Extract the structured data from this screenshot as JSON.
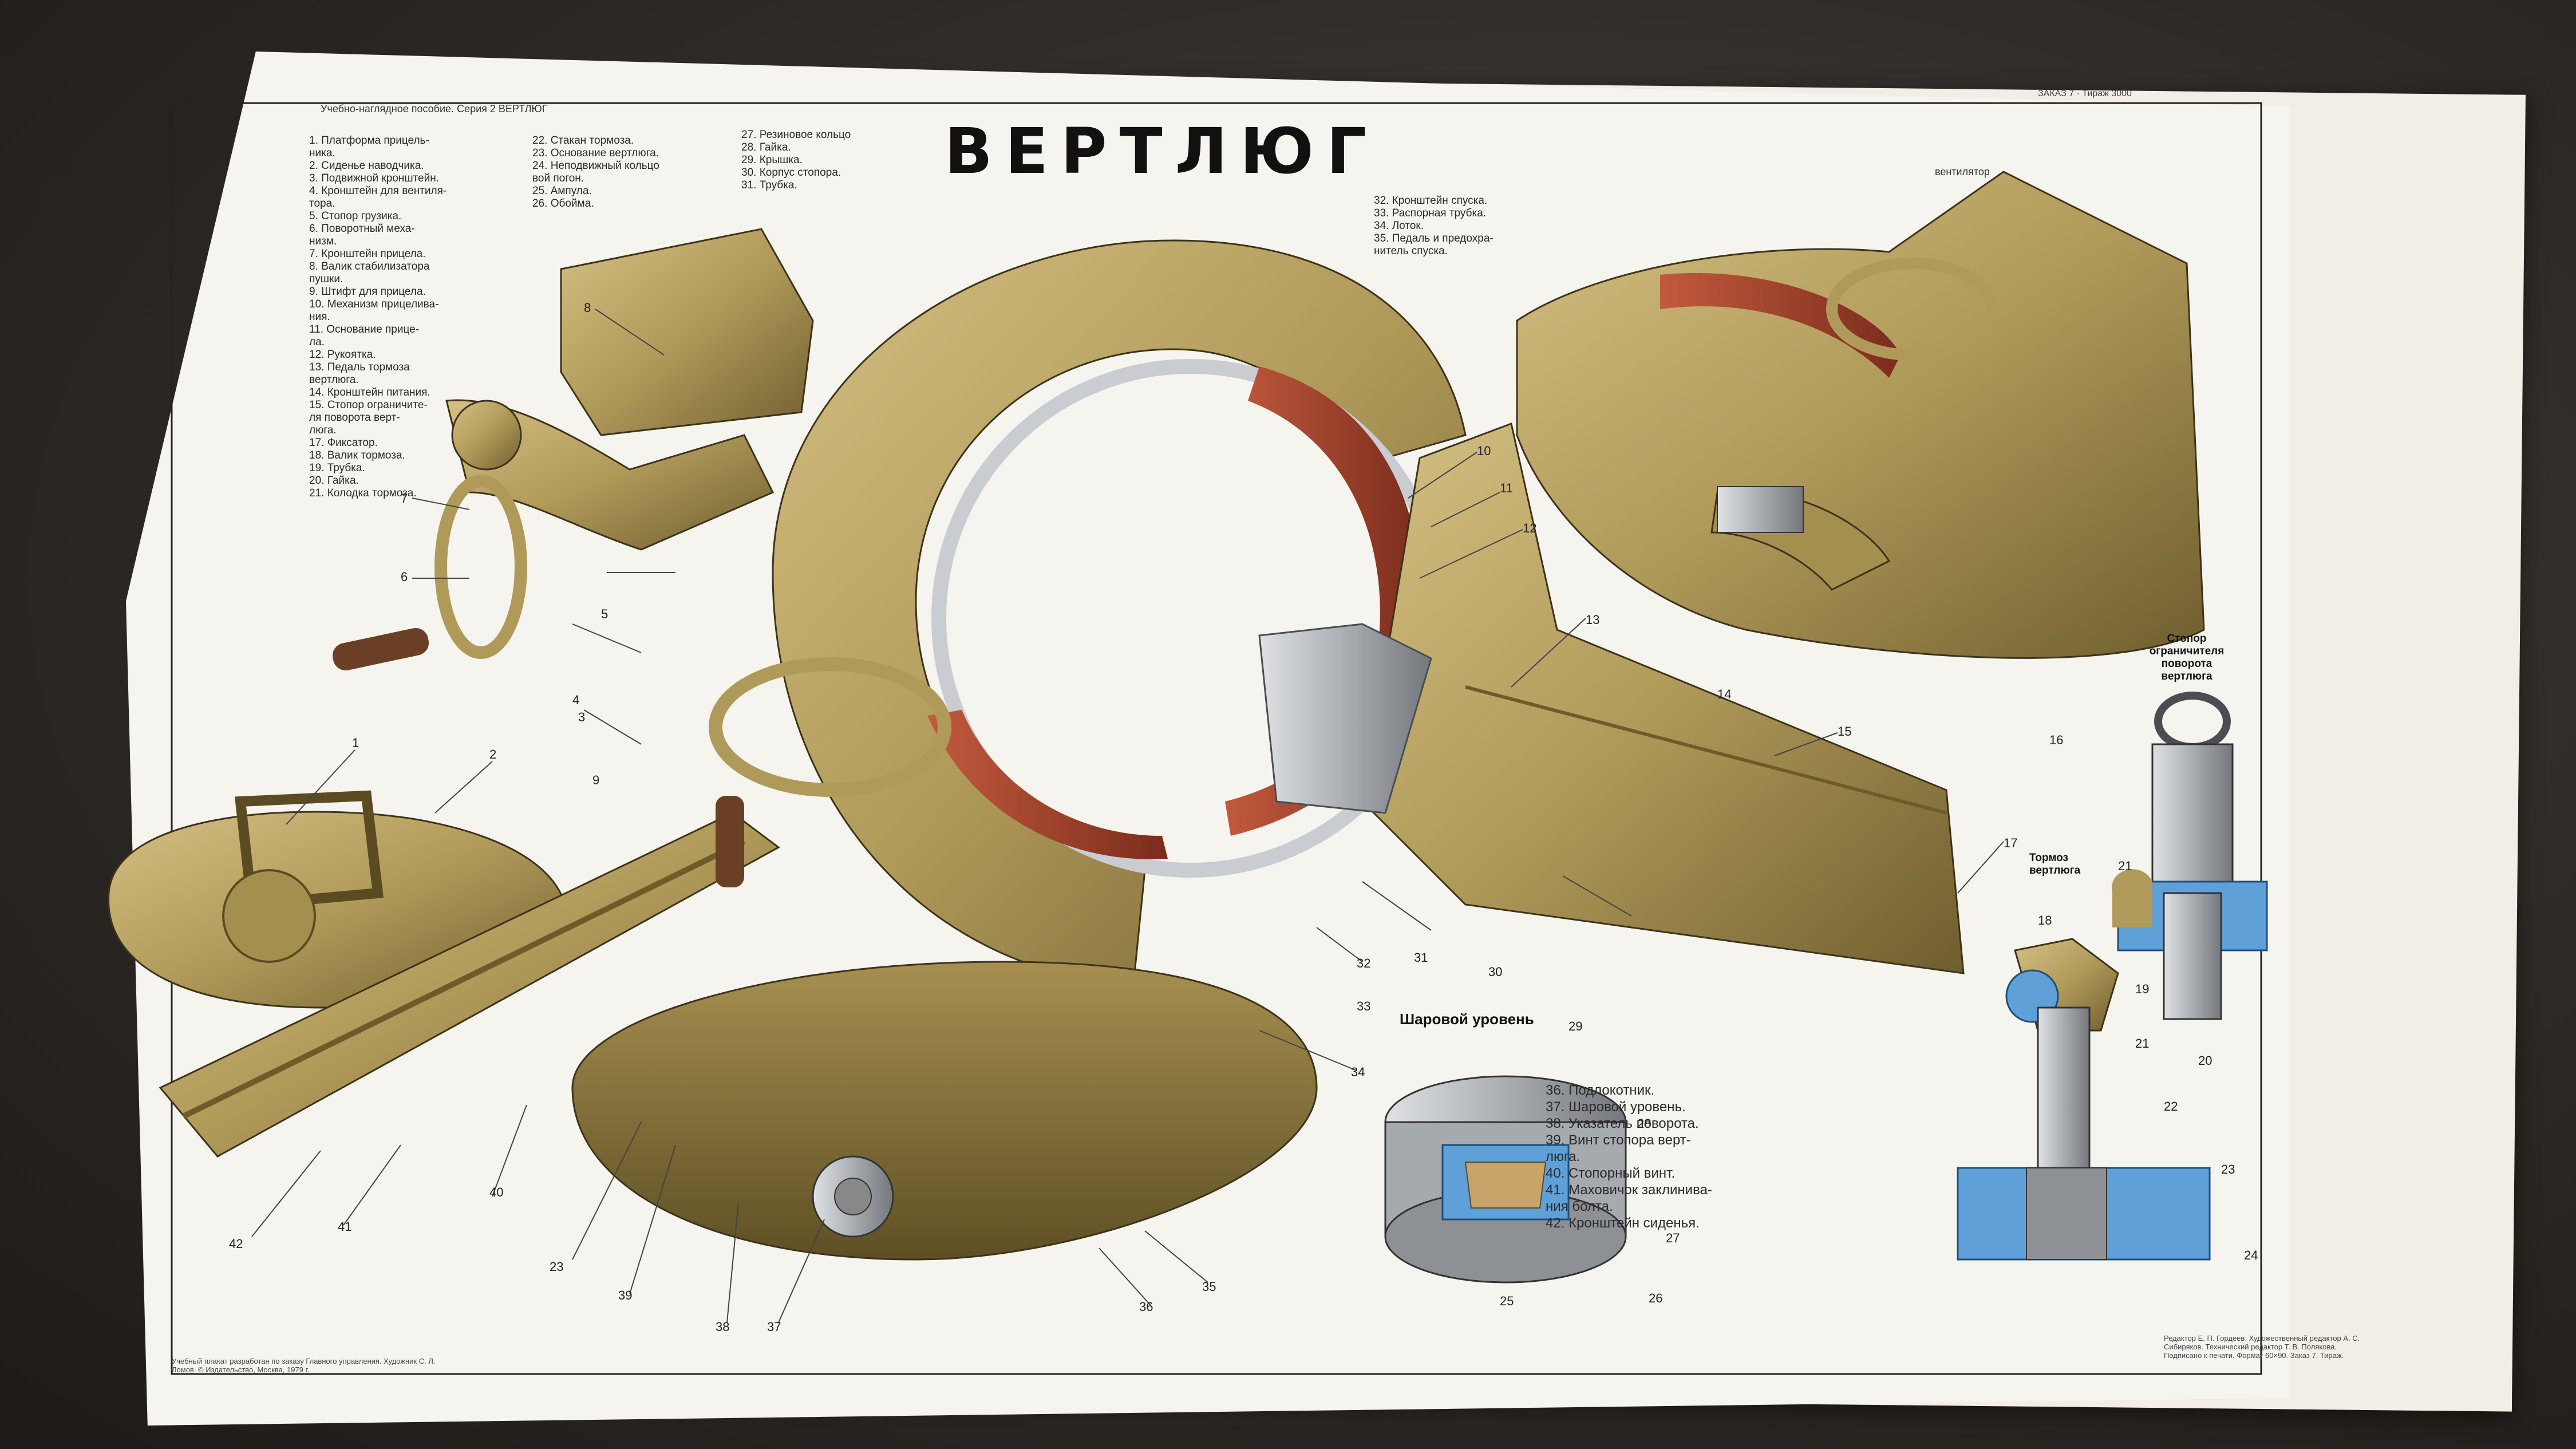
{
  "title": "ВЕРТЛЮГ",
  "header_note": "Учебно-наглядное пособие. Серия 2 ВЕРТЛЮГ",
  "code_top_right": "ЗАКАЗ 7 · Тираж 3000",
  "code_right": "вентилятор",
  "legend_a": [
    "1. Платформа прицель-",
    "ника.",
    "2. Сиденье наводчика.",
    "3. Подвижной кронштейн.",
    "4. Кронштейн для вентиля-",
    "тора.",
    "5. Стопор грузика.",
    "6. Поворотный меха-",
    "низм.",
    "7. Кронштейн прицела.",
    "8. Валик стабилизатора",
    "пушки.",
    "9. Штифт для прицела.",
    "10. Механизм прицелива-",
    "ния.",
    "11. Основание прице-",
    "ла.",
    "12. Рукоятка.",
    "13. Педаль тормоза",
    "вертлюга.",
    "14. Кронштейн питания.",
    "15. Стопор ограничите-",
    "ля поворота верт-",
    "люга.",
    "17. Фиксатор.",
    "18. Валик тормоза.",
    "19. Трубка.",
    "20. Гайка.",
    "21. Колодка тормоза."
  ],
  "legend_b": [
    "22. Стакан тормоза.",
    "23. Основание вертлюга.",
    "24. Неподвижный кольцо",
    "вой погон.",
    "25. Ампула.",
    "26. Обойма."
  ],
  "legend_c": [
    "27. Резиновое кольцо",
    "28. Гайка.",
    "29. Крышка.",
    "30. Корпус стопора.",
    "31. Трубка."
  ],
  "legend_d": [
    "32. Кронштейн спуска.",
    "33. Распорная трубка.",
    "34. Лоток.",
    "35. Педаль и предохра-",
    "нитель спуска."
  ],
  "legend_e": [
    "36. Подлокотник.",
    "37. Шаровой уровень.",
    "38. Указатель поворота.",
    "39. Винт стопора верт-",
    "люга.",
    "40. Стопорный винт.",
    "41. Маховичок заклинива-",
    "ния болта.",
    "42. Кронштейн сиденья."
  ],
  "label_level": "Шаровой уровень",
  "label_stopor": "Стопор ограничителя поворота вертлюга",
  "label_brake": "Тормоз вертлюга",
  "callouts": [
    "1",
    "2",
    "3",
    "4",
    "5",
    "6",
    "7",
    "8",
    "9",
    "10",
    "11",
    "12",
    "13",
    "14",
    "15",
    "16",
    "17",
    "18",
    "19",
    "20",
    "21",
    "22",
    "23",
    "24",
    "25",
    "26",
    "27",
    "28",
    "29",
    "30",
    "31",
    "32",
    "33",
    "34",
    "35",
    "36",
    "37",
    "38",
    "39",
    "40",
    "41",
    "42",
    "23",
    "21"
  ],
  "footer_left": "Учебный плакат разработан по заказу Главного управления. Художник С. Л. Ломов. © Издательство, Москва, 1979 г.",
  "footer_right": "Редактор Е. П. Гордеев. Художественный редактор А. С. Сибиряков. Технический редактор Т. В. Полякова. Подписано к печати. Формат 60×90. Заказ 7. Тираж.",
  "colors": {
    "metal_olive": "#b09a5a",
    "metal_shadow": "#7d6a35",
    "ring_red": "#a9452e",
    "steel_blue": "#5fa0d8",
    "steel_grey": "#b9bcc0",
    "paper": "#f6f4ee"
  }
}
